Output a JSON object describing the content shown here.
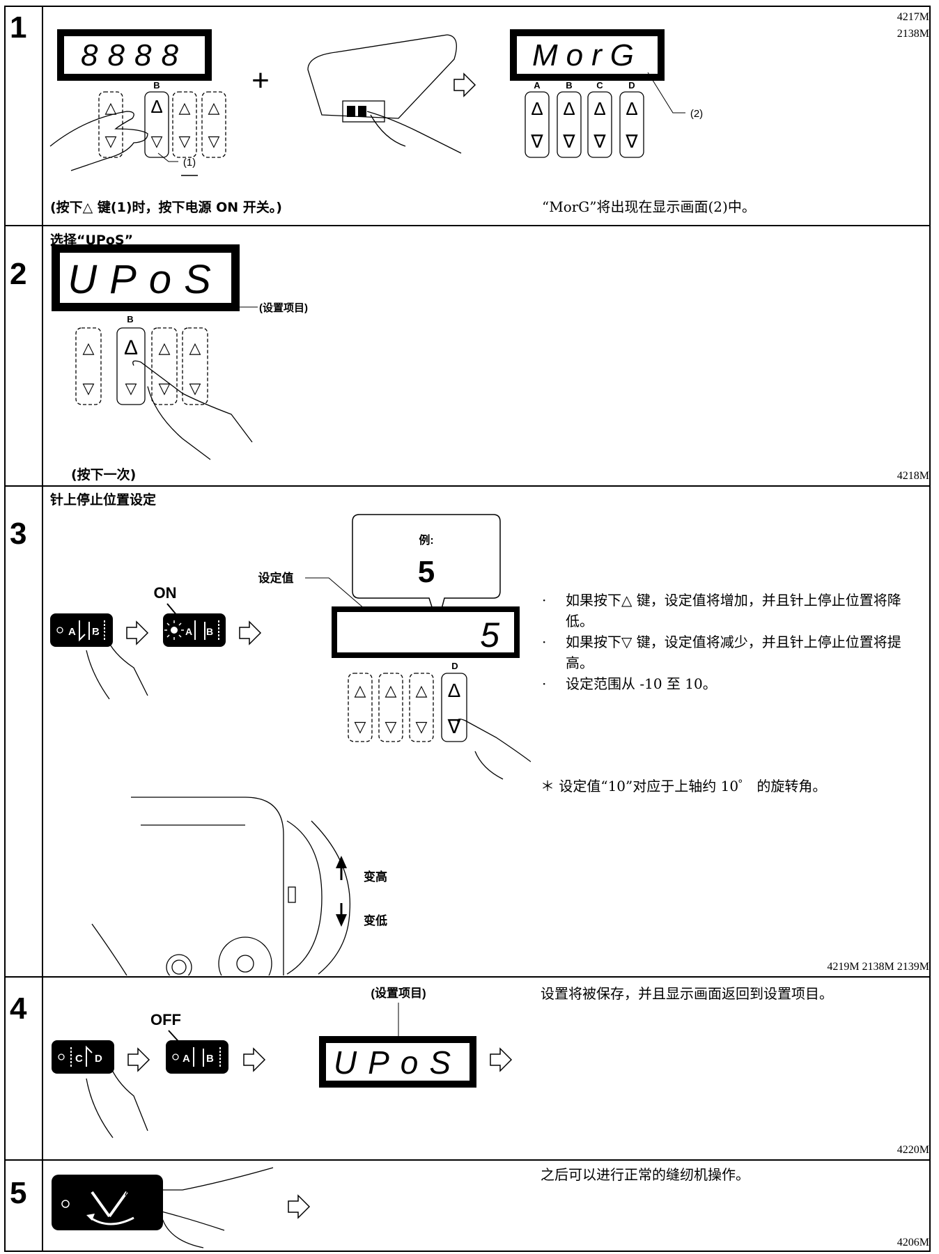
{
  "steps": [
    {
      "number": "1",
      "codes": [
        "4217M",
        "2138M"
      ],
      "display_left": "8888",
      "display_right": "MorG",
      "key_b_label": "B",
      "key_labels": [
        "A",
        "B",
        "C",
        "D"
      ],
      "callout_1": "(1)",
      "callout_2": "(2)",
      "plus": "+",
      "caption_left": "(按下△ 键(1)时，按下电源 ON 开关。)",
      "caption_right": "“MorG”将出现在显示画面(2)中。"
    },
    {
      "number": "2",
      "title": "选择“UPoS”",
      "display": "UPoS",
      "display_callout": "(设置项目)",
      "key_b_label": "B",
      "caption": "(按下一次)",
      "codes": [
        "4218M"
      ]
    },
    {
      "number": "3",
      "title": "针上停止位置设定",
      "callout_example_label": "例:",
      "callout_example_value": "5",
      "setting_value_label": "设定值",
      "on_label": "ON",
      "display_value": "5",
      "key_d_label": "D",
      "bullets": [
        "如果按下△ 键，设定值将增加，并且针上停止位置将降低。",
        "如果按下▽ 键，设定值将减少，并且针上停止位置将提高。",
        "设定范围从 -10 至 10。"
      ],
      "note": "＊  设定值“10”对应于上轴约 10゜ 的旋转角。",
      "higher_label": "变高",
      "lower_label": "变低",
      "codes": "4219M   2138M   2139M"
    },
    {
      "number": "4",
      "off_label": "OFF",
      "display_callout": "(设置项目)",
      "display": "UPoS",
      "text": "设置将被保存，并且显示画面返回到设置项目。",
      "codes": [
        "4220M"
      ]
    },
    {
      "number": "5",
      "text": "之后可以进行正常的缝纫机操作。",
      "codes": [
        "4206M"
      ]
    }
  ]
}
